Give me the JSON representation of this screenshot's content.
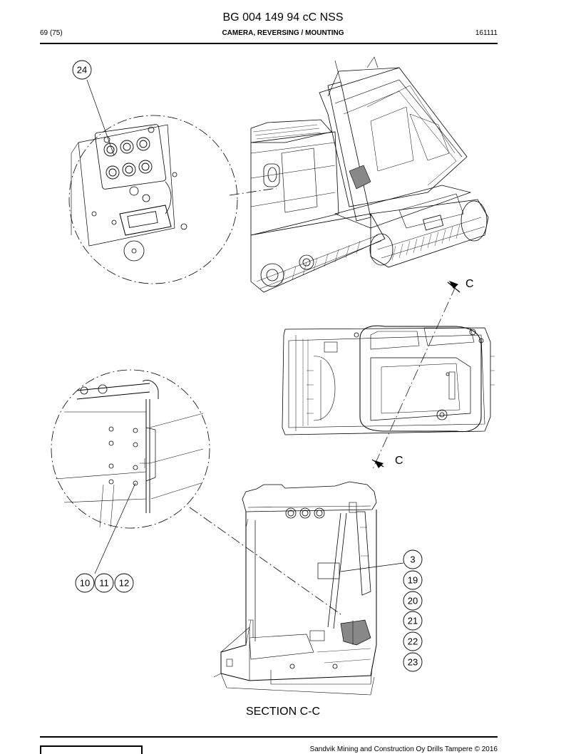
{
  "header": {
    "doc_title": "BG 004 149 94 cC NSS",
    "page_number": "69 (75)",
    "section_title": "CAMERA, REVERSING / MOUNTING",
    "date_code": "161111"
  },
  "drawing": {
    "callouts": {
      "c24": "24",
      "c10": "10",
      "c11": "11",
      "c12": "12",
      "c3": "3",
      "c19": "19",
      "c20": "20",
      "c21": "21",
      "c22": "22",
      "c23": "23"
    },
    "section_marker_top": "C",
    "section_marker_bottom": "C",
    "section_label": "SECTION C-C"
  },
  "footer": {
    "copyright": "Sandvik Mining and Construction Oy Drills Tampere © 2016"
  }
}
